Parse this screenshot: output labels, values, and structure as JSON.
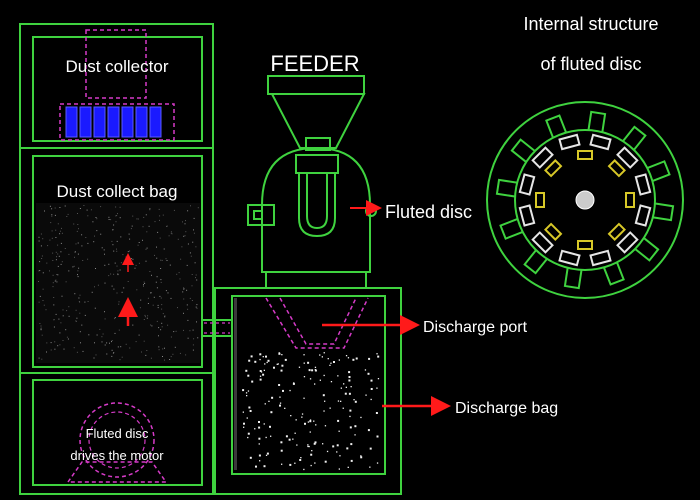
{
  "labels": {
    "dust_collector": "Dust collector",
    "dust_collect_bag": "Dust collect bag",
    "feeder": "FEEDER",
    "fluted_disc": "Fluted disc",
    "discharge_port": "Discharge port",
    "discharge_bag": "Discharge bag",
    "motor_line1": "Fluted disc",
    "motor_line2": "drives the motor",
    "structure_line1": "Internal structure",
    "structure_line2": "of fluted disc"
  },
  "colors": {
    "frame": "#3fd23f",
    "dashed": "#d63bc8",
    "arrow": "#ff1a1a",
    "filter_blue": "#1a1aff",
    "blade_white": "#e6e6e6",
    "blade_yellow": "#d8c828",
    "hub": "#cccccc",
    "text": "#ffffff"
  }
}
